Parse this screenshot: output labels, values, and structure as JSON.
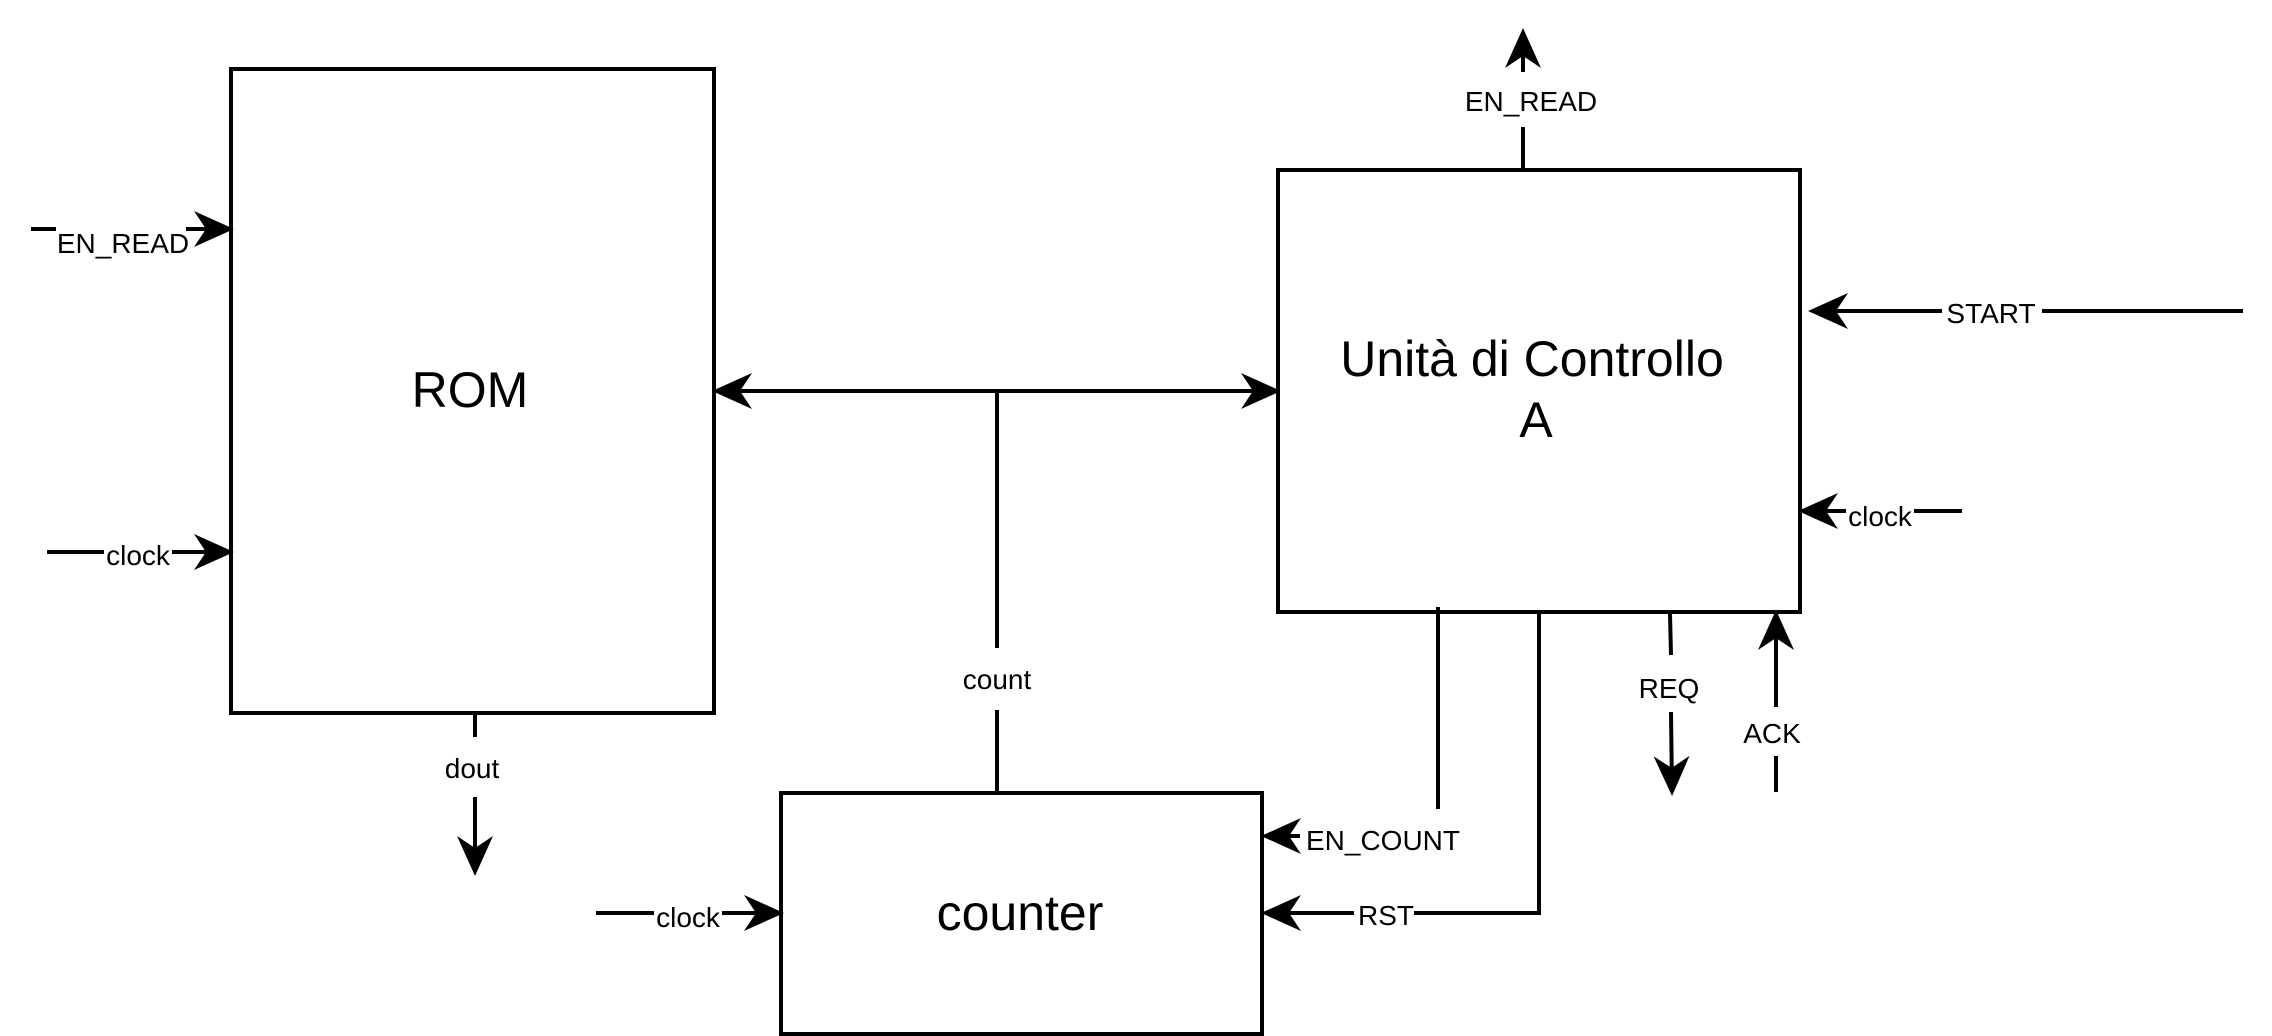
{
  "blocks": {
    "rom": "ROM",
    "control_unit_line1": "Unità di Controllo",
    "control_unit_line2": "A",
    "counter": "counter"
  },
  "signals": {
    "rom_en_read": "EN_READ",
    "rom_clock": "clock",
    "rom_dout": "dout",
    "count": "count",
    "counter_clock": "clock",
    "en_count": "EN_COUNT",
    "rst": "RST",
    "cu_en_read": "EN_READ",
    "start": "START",
    "cu_clock": "clock",
    "req": "REQ",
    "ack": "ACK"
  },
  "colors": {
    "stroke": "#000000",
    "background": "#ffffff"
  }
}
